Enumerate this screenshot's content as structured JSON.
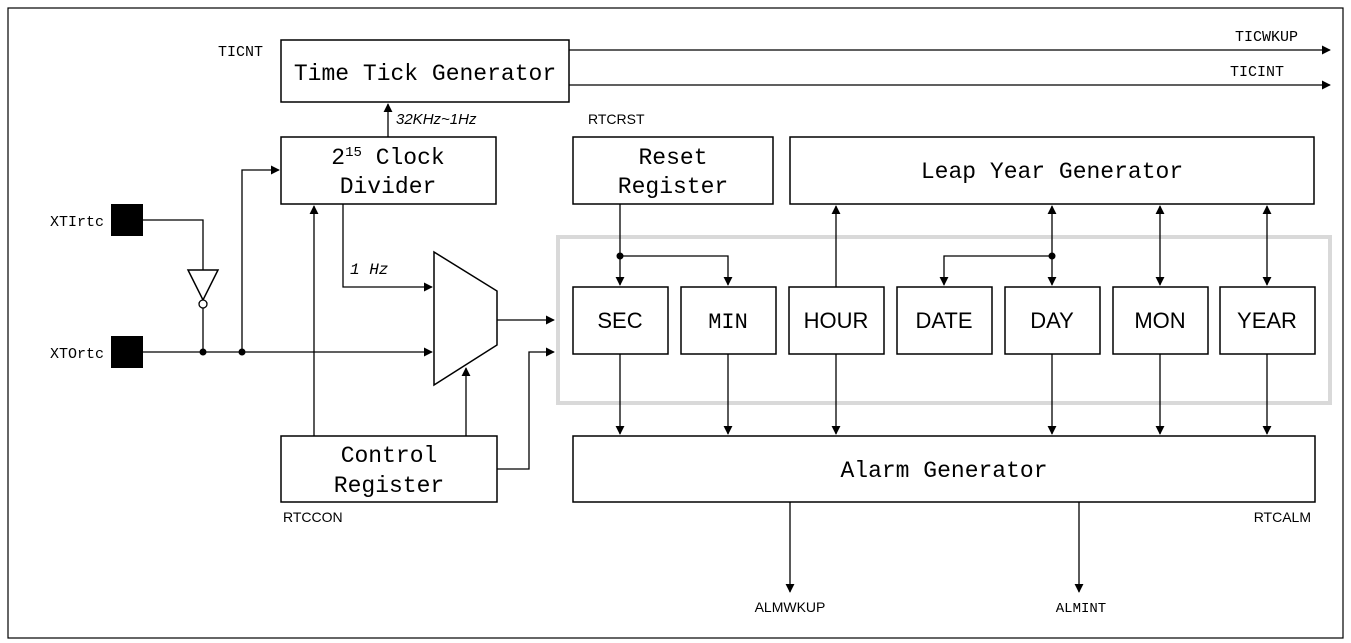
{
  "signals": {
    "xti": "XTIrtc",
    "xto": "XTOrtc",
    "ticnt": "TICNT",
    "ticwkup": "TICWKUP",
    "ticint": "TICINT",
    "rtcrst": "RTCRST",
    "rtccon": "RTCCON",
    "rtcalm": "RTCALM",
    "almwkup": "ALMWKUP",
    "almint": "ALMINT",
    "freq_range": "32KHz~1Hz",
    "one_hz": "1 Hz"
  },
  "blocks": {
    "time_tick": "Time Tick Generator",
    "clock_divider_base": "2",
    "clock_divider_exp": "15",
    "clock_divider_line1": "Clock",
    "clock_divider_line2": "Divider",
    "reset_line1": "Reset",
    "reset_line2": "Register",
    "leap_year": "Leap Year Generator",
    "control_line1": "Control",
    "control_line2": "Register",
    "alarm": "Alarm Generator"
  },
  "registers": {
    "sec": "SEC",
    "min": "MIN",
    "hour": "HOUR",
    "date": "DATE",
    "day": "DAY",
    "mon": "MON",
    "year": "YEAR"
  }
}
